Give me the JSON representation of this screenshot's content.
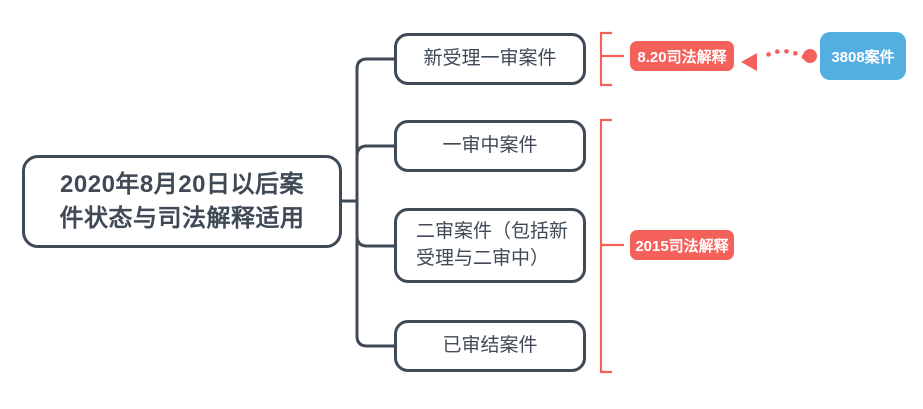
{
  "diagram": {
    "title": "2020年8月20日以后案件状态与司法解释适用",
    "type": "mind-map",
    "background_color": "#FFFFFF",
    "node_border_color": "#3F4A56",
    "accent_red": "#F4605A",
    "accent_blue": "#54AEE0"
  },
  "root": {
    "label": "2020年8月20日以后案\n件状态与司法解释适用"
  },
  "children": [
    {
      "label": "新受理一审案件"
    },
    {
      "label": "一审中案件"
    },
    {
      "label": "二审案件（包括新\n受理与二审中）"
    },
    {
      "label": "已审结案件"
    }
  ],
  "annotations": {
    "bracket_top_label": "8.20司法解释",
    "bracket_bottom_label": "2015司法解释",
    "callout_label": "3808案件"
  }
}
